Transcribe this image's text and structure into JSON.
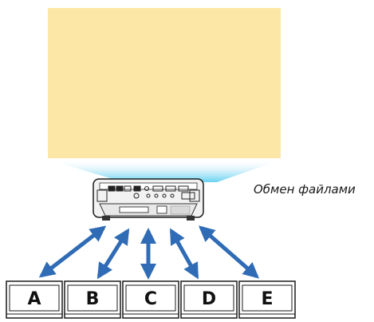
{
  "caption": "Обмен файлами",
  "screen_color": "#FCE7A6",
  "arrow_color": "#2F6CB5",
  "terminals": [
    {
      "label": "A"
    },
    {
      "label": "B"
    },
    {
      "label": "C"
    },
    {
      "label": "D"
    },
    {
      "label": "E"
    }
  ]
}
